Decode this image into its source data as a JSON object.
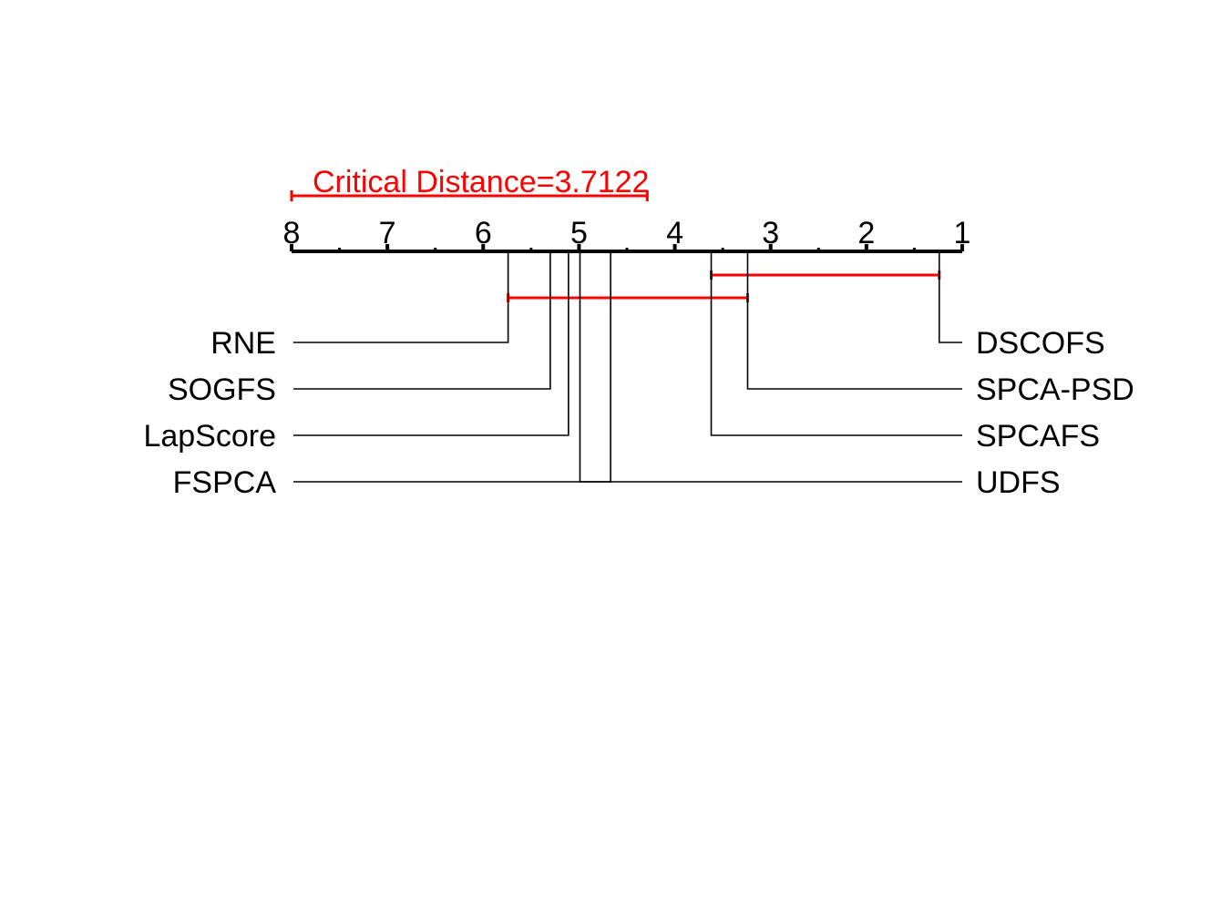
{
  "chart_data": {
    "type": "critical-difference",
    "axis": {
      "min": 1,
      "max": 8,
      "reversed": true,
      "ticks": [
        8,
        7,
        6,
        5,
        4,
        3,
        2,
        1
      ],
      "tick_labels": [
        "8",
        "7",
        "6",
        "5",
        "4",
        "3",
        "2",
        "1"
      ]
    },
    "critical_distance": {
      "label": "Critical Distance=3.7122",
      "value": 3.7122
    },
    "methods_left": [
      {
        "name": "RNE",
        "rank": 5.74
      },
      {
        "name": "SOGFS",
        "rank": 5.3
      },
      {
        "name": "LapScore",
        "rank": 5.11
      },
      {
        "name": "FSPCA",
        "rank": 4.67
      }
    ],
    "methods_right": [
      {
        "name": "DSCOFS",
        "rank": 1.24
      },
      {
        "name": "SPCA-PSD",
        "rank": 3.24
      },
      {
        "name": "SPCAFS",
        "rank": 3.62
      },
      {
        "name": "UDFS",
        "rank": 4.99
      }
    ],
    "cliques": [
      {
        "from": 3.62,
        "to": 1.24
      },
      {
        "from": 5.74,
        "to": 3.24
      }
    ]
  },
  "colors": {
    "axis": "#000000",
    "highlight": "#ff0000"
  }
}
